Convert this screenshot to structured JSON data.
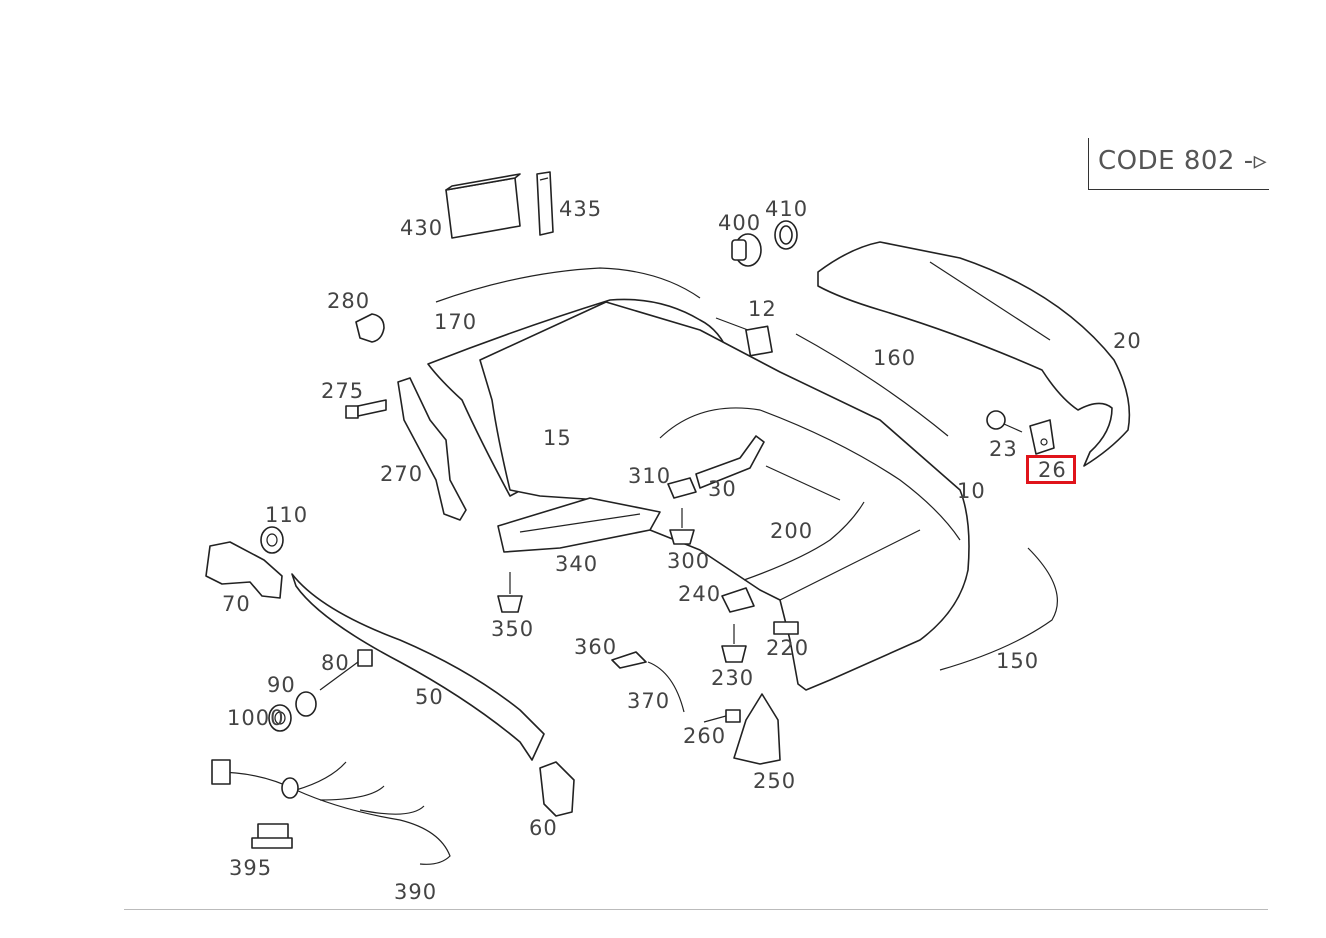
{
  "header": {
    "code_label": "CODE 802"
  },
  "highlight": {
    "part": "26",
    "color": "#e0141b"
  },
  "parts": [
    {
      "id": "p430",
      "label": "430"
    },
    {
      "id": "p435",
      "label": "435"
    },
    {
      "id": "p400",
      "label": "400"
    },
    {
      "id": "p410",
      "label": "410"
    },
    {
      "id": "p280",
      "label": "280"
    },
    {
      "id": "p170",
      "label": "170"
    },
    {
      "id": "p12",
      "label": "12"
    },
    {
      "id": "p160",
      "label": "160"
    },
    {
      "id": "p20",
      "label": "20"
    },
    {
      "id": "p275",
      "label": "275"
    },
    {
      "id": "p15",
      "label": "15"
    },
    {
      "id": "p23",
      "label": "23"
    },
    {
      "id": "p26",
      "label": "26"
    },
    {
      "id": "p270",
      "label": "270"
    },
    {
      "id": "p310",
      "label": "310"
    },
    {
      "id": "p30",
      "label": "30"
    },
    {
      "id": "p10",
      "label": "10"
    },
    {
      "id": "p110",
      "label": "110"
    },
    {
      "id": "p200",
      "label": "200"
    },
    {
      "id": "p300",
      "label": "300"
    },
    {
      "id": "p340",
      "label": "340"
    },
    {
      "id": "p70",
      "label": "70"
    },
    {
      "id": "p240",
      "label": "240"
    },
    {
      "id": "p350",
      "label": "350"
    },
    {
      "id": "p220",
      "label": "220"
    },
    {
      "id": "p150",
      "label": "150"
    },
    {
      "id": "p360",
      "label": "360"
    },
    {
      "id": "p80",
      "label": "80"
    },
    {
      "id": "p90",
      "label": "90"
    },
    {
      "id": "p230",
      "label": "230"
    },
    {
      "id": "p50",
      "label": "50"
    },
    {
      "id": "p1000",
      "label": "1000"
    },
    {
      "id": "p370",
      "label": "370"
    },
    {
      "id": "p260",
      "label": "260"
    },
    {
      "id": "p250",
      "label": "250"
    },
    {
      "id": "p60",
      "label": "60"
    },
    {
      "id": "p395",
      "label": "395"
    },
    {
      "id": "p390",
      "label": "390"
    }
  ]
}
